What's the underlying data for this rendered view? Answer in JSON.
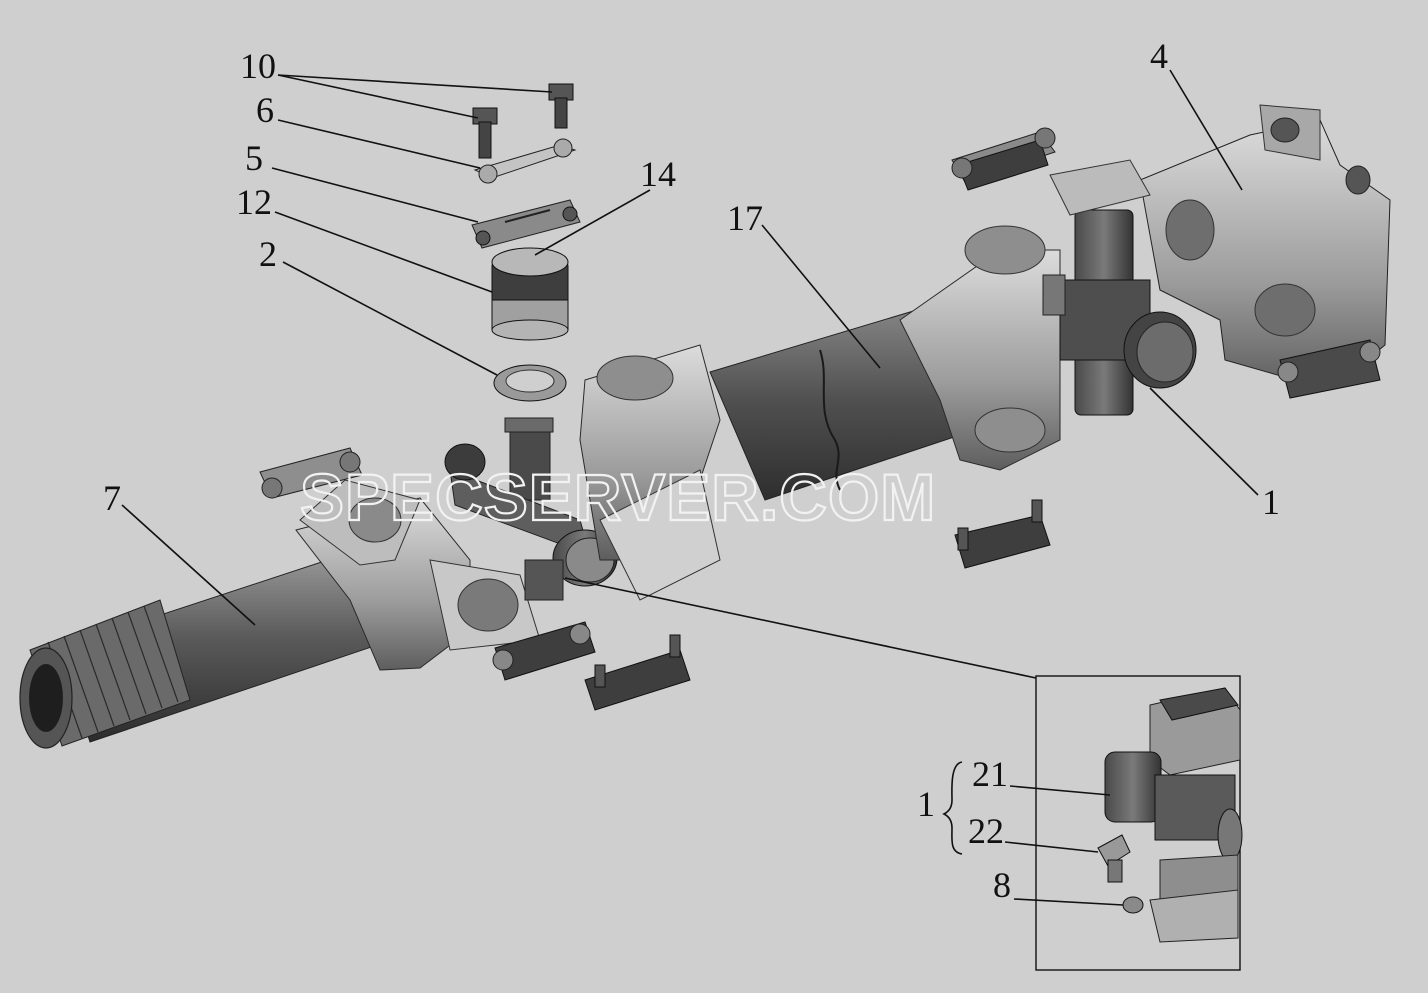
{
  "callouts": {
    "c10": "10",
    "c6": "6",
    "c5": "5",
    "c12": "12",
    "c2": "2",
    "c14": "14",
    "c17": "17",
    "c4": "4",
    "c1": "1",
    "c7": "7"
  },
  "inset": {
    "group_label": "1",
    "c21": "21",
    "c22": "22",
    "c8": "8"
  },
  "watermark": "SPECSERVER.COM",
  "colors": {
    "background": "#cfcfcf",
    "part_dark": "#3a3a3a",
    "part_mid": "#6d6d6d",
    "part_light": "#b5b5b5",
    "line": "#111111"
  }
}
